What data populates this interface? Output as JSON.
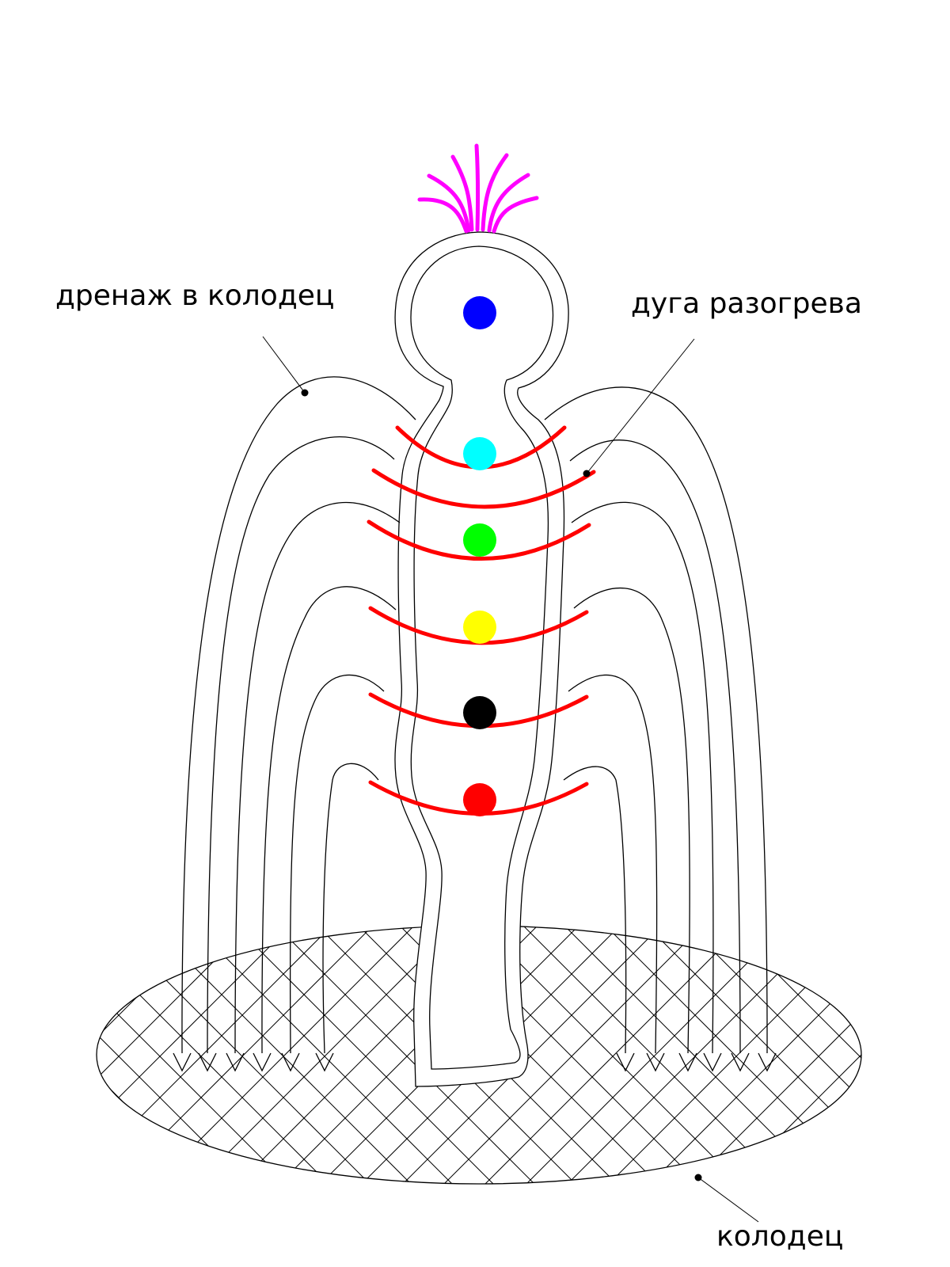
{
  "labels": {
    "drainage": "дренаж в колодец",
    "heating_arc": "дуга разогрева",
    "well": "колодец"
  },
  "colors": {
    "crown": "#ff00ff",
    "arc": "#ff0000",
    "line": "#000000",
    "chakras": [
      "#0000ff",
      "#00ffff",
      "#00ff00",
      "#ffff00",
      "#000000",
      "#ff0000"
    ]
  },
  "chakras": [
    {
      "name": "crown-chakra",
      "color": "#0000ff"
    },
    {
      "name": "throat-chakra",
      "color": "#00ffff"
    },
    {
      "name": "heart-chakra",
      "color": "#00ff00"
    },
    {
      "name": "solar-plexus-chakra",
      "color": "#ffff00"
    },
    {
      "name": "sacral-chakra",
      "color": "#000000"
    },
    {
      "name": "root-chakra",
      "color": "#ff0000"
    }
  ]
}
